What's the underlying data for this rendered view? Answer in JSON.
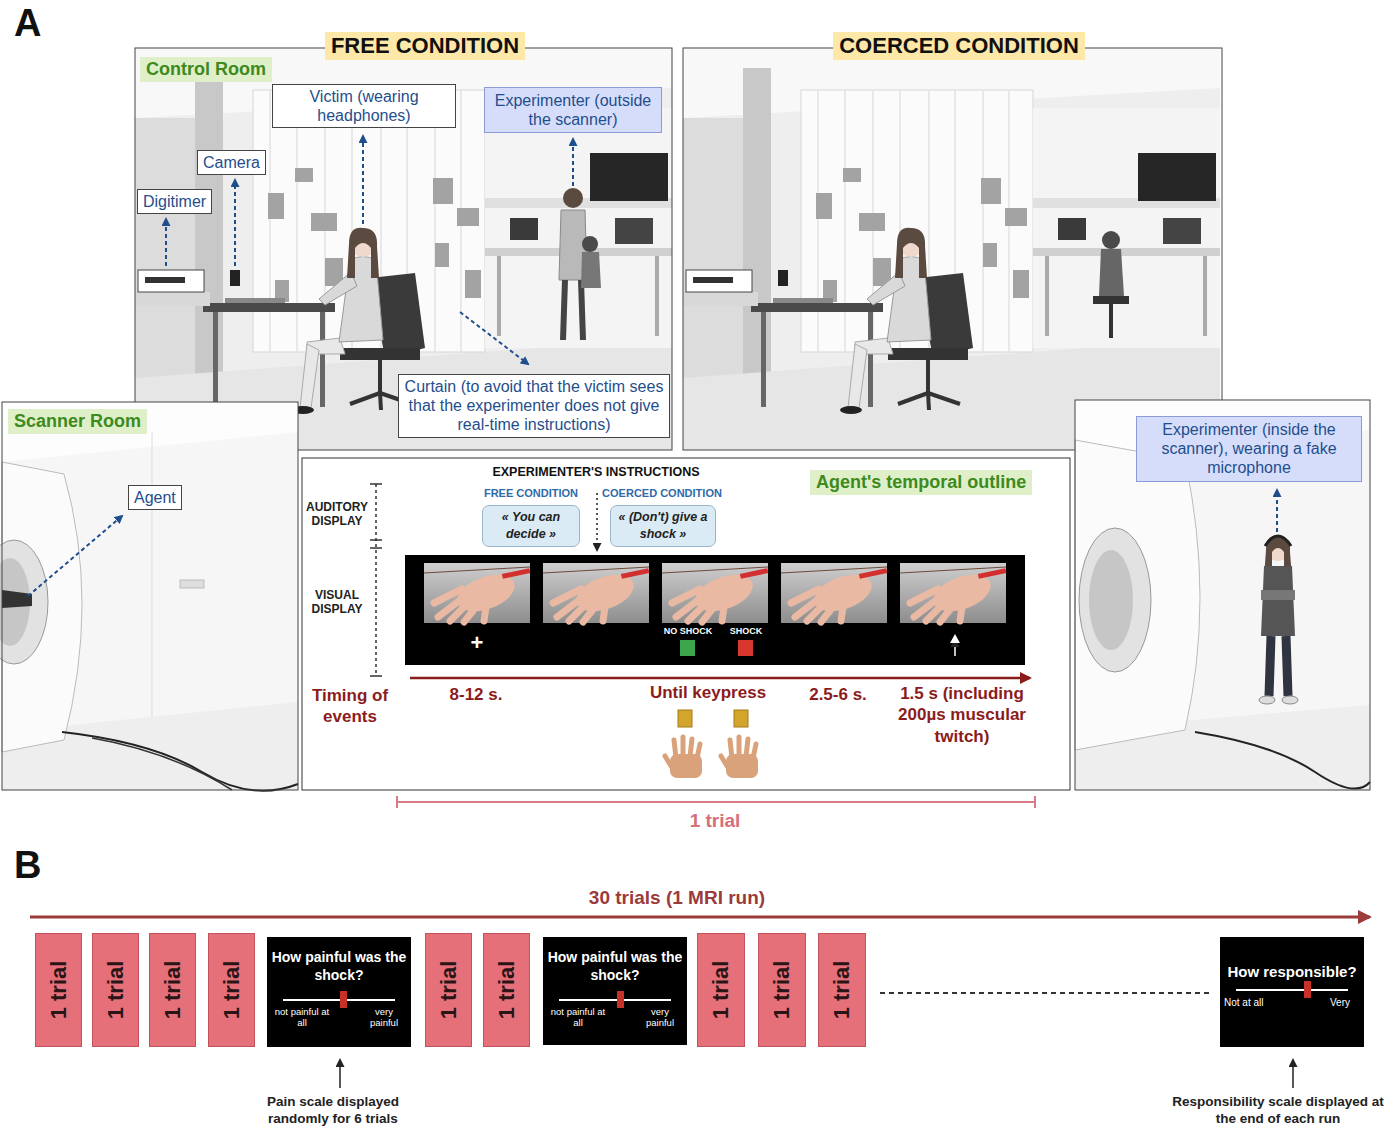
{
  "diagram": {
    "nodes": [
      {
        "text": [
          "FREE CONDITION"
        ]
      },
      {
        "text": [
          "COERCED CONDITION"
        ]
      },
      {
        "text": [
          "Control Room"
        ]
      },
      {
        "text": [
          "Victim (wearing headphones)"
        ]
      },
      {
        "text": [
          "Experimenter (outside the scanner)"
        ]
      },
      {
        "text": [
          "Camera"
        ]
      },
      {
        "text": [
          "Digitimer"
        ]
      },
      {
        "text": [
          "Curtain (to avoid that the victim sees that the experimenter does not give real-time instructions)"
        ]
      },
      {
        "text": [
          "Scanner Room"
        ]
      },
      {
        "text": [
          "Agent"
        ]
      },
      {
        "text": [
          "« You can decide »"
        ]
      },
      {
        "text": [
          "« (Don't) give a shock »"
        ]
      },
      {
        "text": [
          "Agent's temporal outline"
        ]
      },
      {
        "text": [
          "Experimenter (inside the scanner), wearing a fake microphone"
        ]
      },
      {
        "text": [
          "1 trial"
        ]
      },
      {
        "text": [
          "1 trial"
        ]
      },
      {
        "text": [
          "1 trial"
        ]
      },
      {
        "text": [
          "1 trial"
        ]
      },
      {
        "text": [
          "How painful was the shock?",
          "not painful at all",
          "very painful"
        ]
      },
      {
        "text": [
          "1 trial"
        ]
      },
      {
        "text": [
          "1 trial"
        ]
      },
      {
        "text": [
          "How painful was the shock?",
          "not painful at all",
          "very painful"
        ]
      },
      {
        "text": [
          "1 trial"
        ]
      },
      {
        "text": [
          "1 trial"
        ]
      },
      {
        "text": [
          "1 trial"
        ]
      },
      {
        "text": [
          "How responsible?",
          "Not at all",
          "Very"
        ]
      }
    ],
    "labels": [
      "A",
      "EXPERIMENTER'S INSTRUCTIONS",
      "FREE CONDITION",
      "COERCED CONDITION",
      "AUDITORY DISPLAY",
      "VISUAL DISPLAY",
      "+",
      "NO SHOCK",
      "SHOCK",
      "Timing of events",
      "8-12 s.",
      "Until keypress",
      "2.5-6 s.",
      "1.5 s (including 200µs muscular twitch)",
      "1 trial",
      "B",
      "30 trials (1 MRI run)",
      "Pain scale displayed randomly for 6 trials",
      "Responsibility scale displayed at the end of each run"
    ]
  }
}
